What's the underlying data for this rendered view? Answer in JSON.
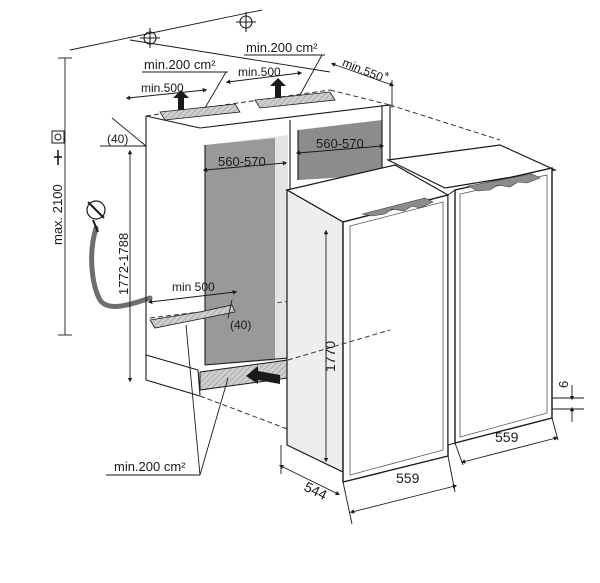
{
  "labels": {
    "vent_top_left_area": "min.200 cm²",
    "vent_top_right_area": "min.200 cm²",
    "vent_top_left_len": "min.500",
    "vent_top_right_len": "min.500",
    "depth_min": "min.550",
    "depth_star": "*",
    "gap_top": "(40)",
    "gap_bottom": "(40)",
    "width_left": "560-570",
    "width_right": "560-570",
    "max_height": "max. 2100",
    "niche_height": "1772-1788",
    "bottom_len": "min 500",
    "appliance_height": "1770",
    "depth_544": "544",
    "width_559_left": "559",
    "width_559_right": "559",
    "gap_6": "6",
    "vent_bottom_area": "min.200 cm²"
  }
}
